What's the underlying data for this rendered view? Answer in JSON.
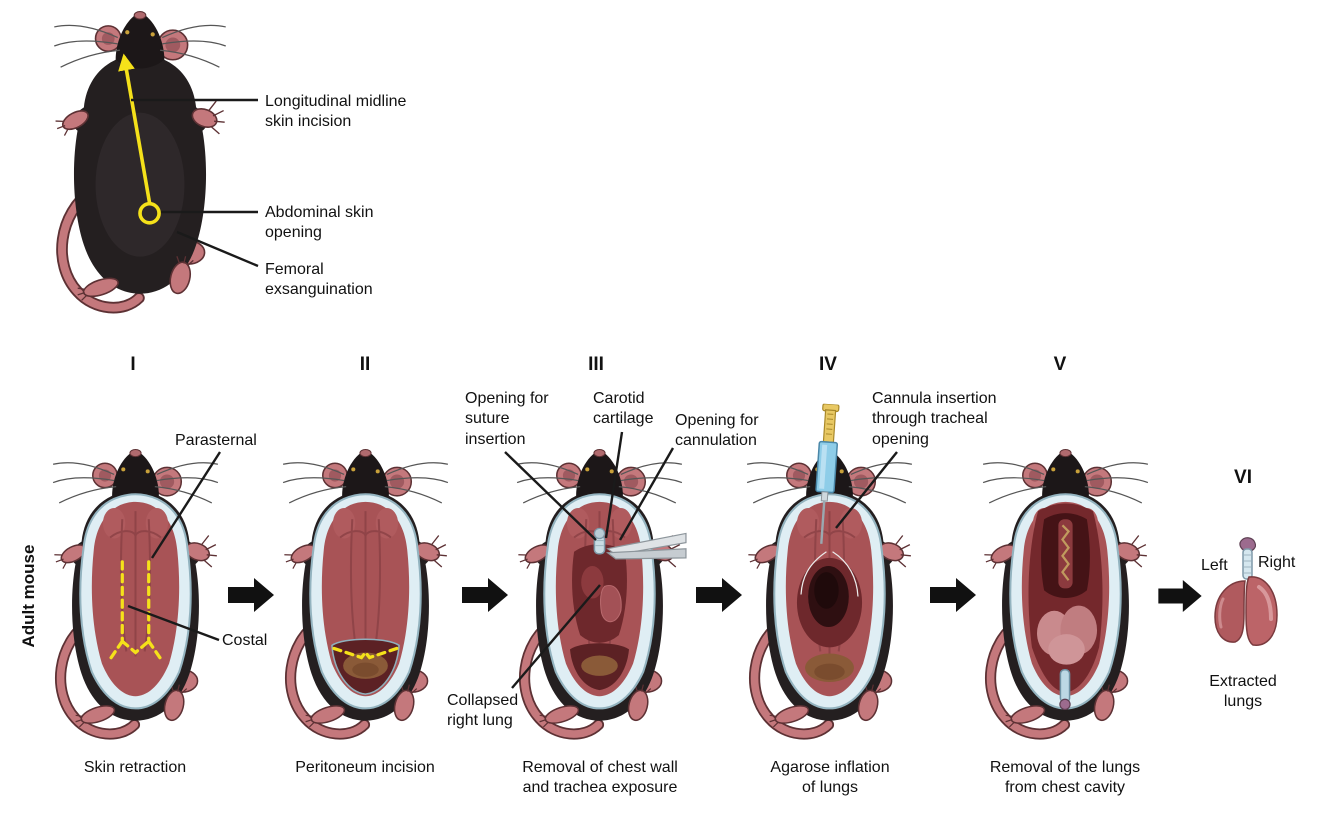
{
  "figure": {
    "top_mouse": {
      "labels": {
        "longitudinal": "Longitudinal midline skin incision",
        "abdominal": "Abdominal skin opening",
        "femoral": "Femoral exsanguination"
      }
    },
    "row_label": "Adult mouse",
    "steps": [
      {
        "numeral": "I",
        "caption": "Skin retraction",
        "labels": {
          "parasternal": "Parasternal",
          "costal": "Costal"
        }
      },
      {
        "numeral": "II",
        "caption": "Peritoneum incision",
        "labels": {}
      },
      {
        "numeral": "III",
        "caption": "Removal of chest wall and trachea exposure",
        "labels": {
          "suture": "Opening for suture insertion",
          "carotid": "Carotid cartilage",
          "cannulation": "Opening for cannulation",
          "collapsed": "Collapsed right lung"
        }
      },
      {
        "numeral": "IV",
        "caption": "Agarose inflation of lungs",
        "labels": {
          "cannula": "Cannula insertion through tracheal opening"
        }
      },
      {
        "numeral": "V",
        "caption": "Removal of the lungs from chest cavity",
        "labels": {}
      },
      {
        "numeral": "VI",
        "caption": "Extracted lungs",
        "labels": {
          "left": "Left",
          "right": "Right"
        }
      }
    ],
    "colors": {
      "incision_yellow": "#f5e11a",
      "fur_black": "#241f20",
      "skin_pink": "#c4787c",
      "muscle_red": "#a85356",
      "skin_flap_blue": "#dfeef4",
      "cavity_dark_red": "#5c2124",
      "organ_brown": "#8a5a38",
      "lung_pink": "#bc6468",
      "trachea_blue": "#d5e7ef",
      "syringe_barrel_blue": "#8ecde8",
      "syringe_plunger_yellow": "#e8c863",
      "leader_line_black": "#1a1a1a"
    }
  }
}
